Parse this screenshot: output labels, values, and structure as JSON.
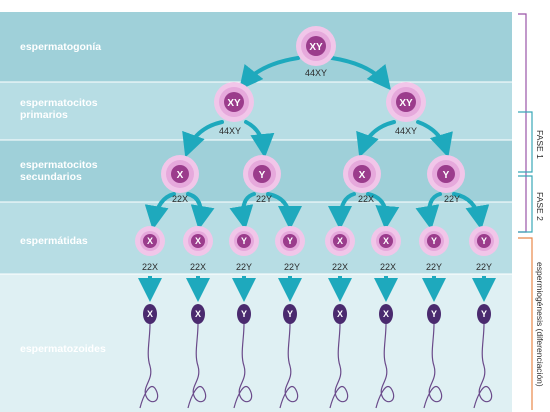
{
  "rows": {
    "espermatogonia": "espermatogonía",
    "primarios_1": "espermatocitos",
    "primarios_2": "primarios",
    "secundarios_1": "espermatocitos",
    "secundarios_2": "secundarios",
    "espermatidas": "espermátidas",
    "espermatozoides": "espermatozoides"
  },
  "cells": {
    "espermatogonia": {
      "chromosomes": "XY",
      "karyotype": "44XY"
    },
    "primarios": [
      {
        "chromosomes": "XY",
        "karyotype": "44XY"
      },
      {
        "chromosomes": "XY",
        "karyotype": "44XY"
      }
    ],
    "secundarios": [
      {
        "chromosomes": "X",
        "karyotype": "22X"
      },
      {
        "chromosomes": "Y",
        "karyotype": "22Y"
      },
      {
        "chromosomes": "X",
        "karyotype": "22X"
      },
      {
        "chromosomes": "Y",
        "karyotype": "22Y"
      }
    ],
    "espermatidas": [
      {
        "chromosomes": "X",
        "karyotype": "22X"
      },
      {
        "chromosomes": "X",
        "karyotype": "22X"
      },
      {
        "chromosomes": "Y",
        "karyotype": "22Y"
      },
      {
        "chromosomes": "Y",
        "karyotype": "22Y"
      },
      {
        "chromosomes": "X",
        "karyotype": "22X"
      },
      {
        "chromosomes": "X",
        "karyotype": "22X"
      },
      {
        "chromosomes": "Y",
        "karyotype": "22Y"
      },
      {
        "chromosomes": "Y",
        "karyotype": "22Y"
      }
    ],
    "espermatozoides": [
      {
        "chromosomes": "X"
      },
      {
        "chromosomes": "X"
      },
      {
        "chromosomes": "Y"
      },
      {
        "chromosomes": "Y"
      },
      {
        "chromosomes": "X"
      },
      {
        "chromosomes": "X"
      },
      {
        "chromosomes": "Y"
      },
      {
        "chromosomes": "Y"
      }
    ]
  },
  "phases": {
    "fase1": "FASE 1",
    "fase2": "FASE 2",
    "espermiogenesis": "espermiogénesis (diferenciación)"
  },
  "colors": {
    "row_dark": "#8fc9d4",
    "row_light": "#c4e3e9",
    "arrow": "#1ea9bd",
    "cell_outer": "#e6b3dc",
    "cell_inner": "#9b3c8c",
    "sperm_head": "#4a2a6e",
    "bracket_meiosis": "#9a55a8",
    "bracket_fase": "#d4608a",
    "bracket_espermio": "#e8884a"
  }
}
